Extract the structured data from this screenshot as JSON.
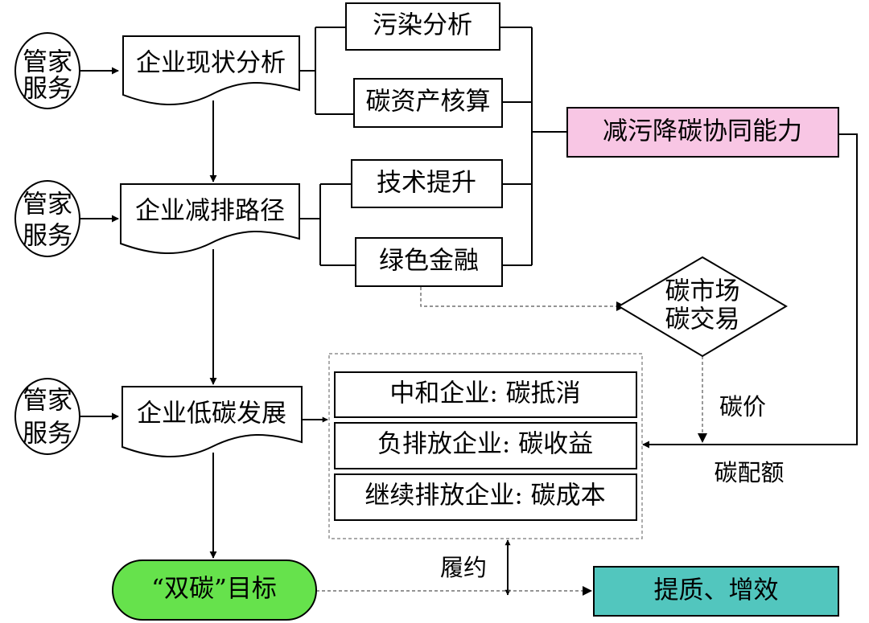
{
  "nodes": {
    "steward1": {
      "line1": "管家",
      "line2": "服务"
    },
    "steward2": {
      "line1": "管家",
      "line2": "服务"
    },
    "steward3": {
      "line1": "管家",
      "line2": "服务"
    },
    "status_analysis": "企业现状分析",
    "reduction_path": "企业减排路径",
    "low_carbon_dev": "企业低碳发展",
    "pollution_analysis": "污染分析",
    "carbon_accounting": "碳资产核算",
    "tech_upgrade": "技术提升",
    "green_finance": "绿色金融",
    "synergy": "减污降碳协同能力",
    "carbon_market": {
      "line1": "碳市场",
      "line2": "碳交易"
    },
    "neutral": "中和企业: 碳抵消",
    "negative": "负排放企业: 碳收益",
    "continued": "继续排放企业: 碳成本",
    "dual_carbon": "“双碳”目标",
    "quality_efficiency": "提质、增效"
  },
  "labels": {
    "carbon_price": "碳价",
    "carbon_quota": "碳配额",
    "compliance": "履约"
  },
  "colors": {
    "synergy_fill": "#f8c6e4",
    "dual_carbon_fill": "#66e24c",
    "quality_fill": "#52c6be",
    "stroke": "#000000"
  }
}
